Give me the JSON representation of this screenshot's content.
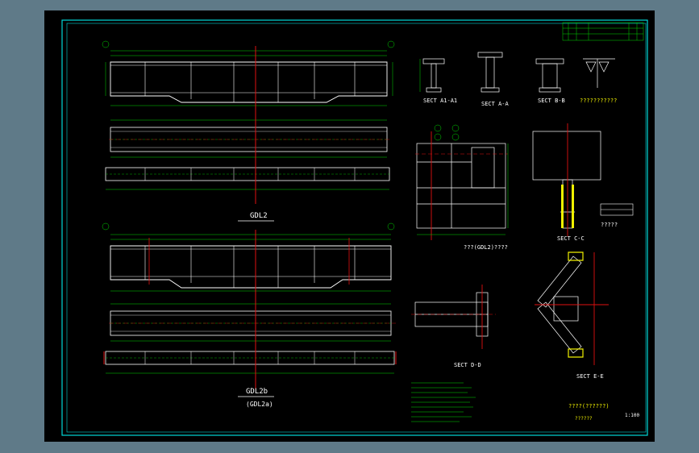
{
  "drawing": {
    "titles": {
      "gdl2": "GDL2",
      "gdl2b": "GDL2b",
      "gdl2a": "(GDL2a)",
      "sect_a1": "SECT A1-A1",
      "sect_a": "SECT A-A",
      "sect_b": "SECT B-B",
      "sect_c": "SECT C-C",
      "sect_d": "SECT D-D",
      "sect_e": "SECT E-E",
      "detail_top_right": "???????????",
      "detail_mid": "???(GDL2)????",
      "detail_small": "?????",
      "bottom_note": "????(??????)",
      "bottom_note2": "??????",
      "sheet_no": "1:100"
    },
    "colors": {
      "background": "#000000",
      "frame": "#00d8d8",
      "beam": "#ffffff",
      "dim": "#00d800",
      "center": "#e01010",
      "label": "#f0f000",
      "outer": "#5f7a88"
    }
  }
}
